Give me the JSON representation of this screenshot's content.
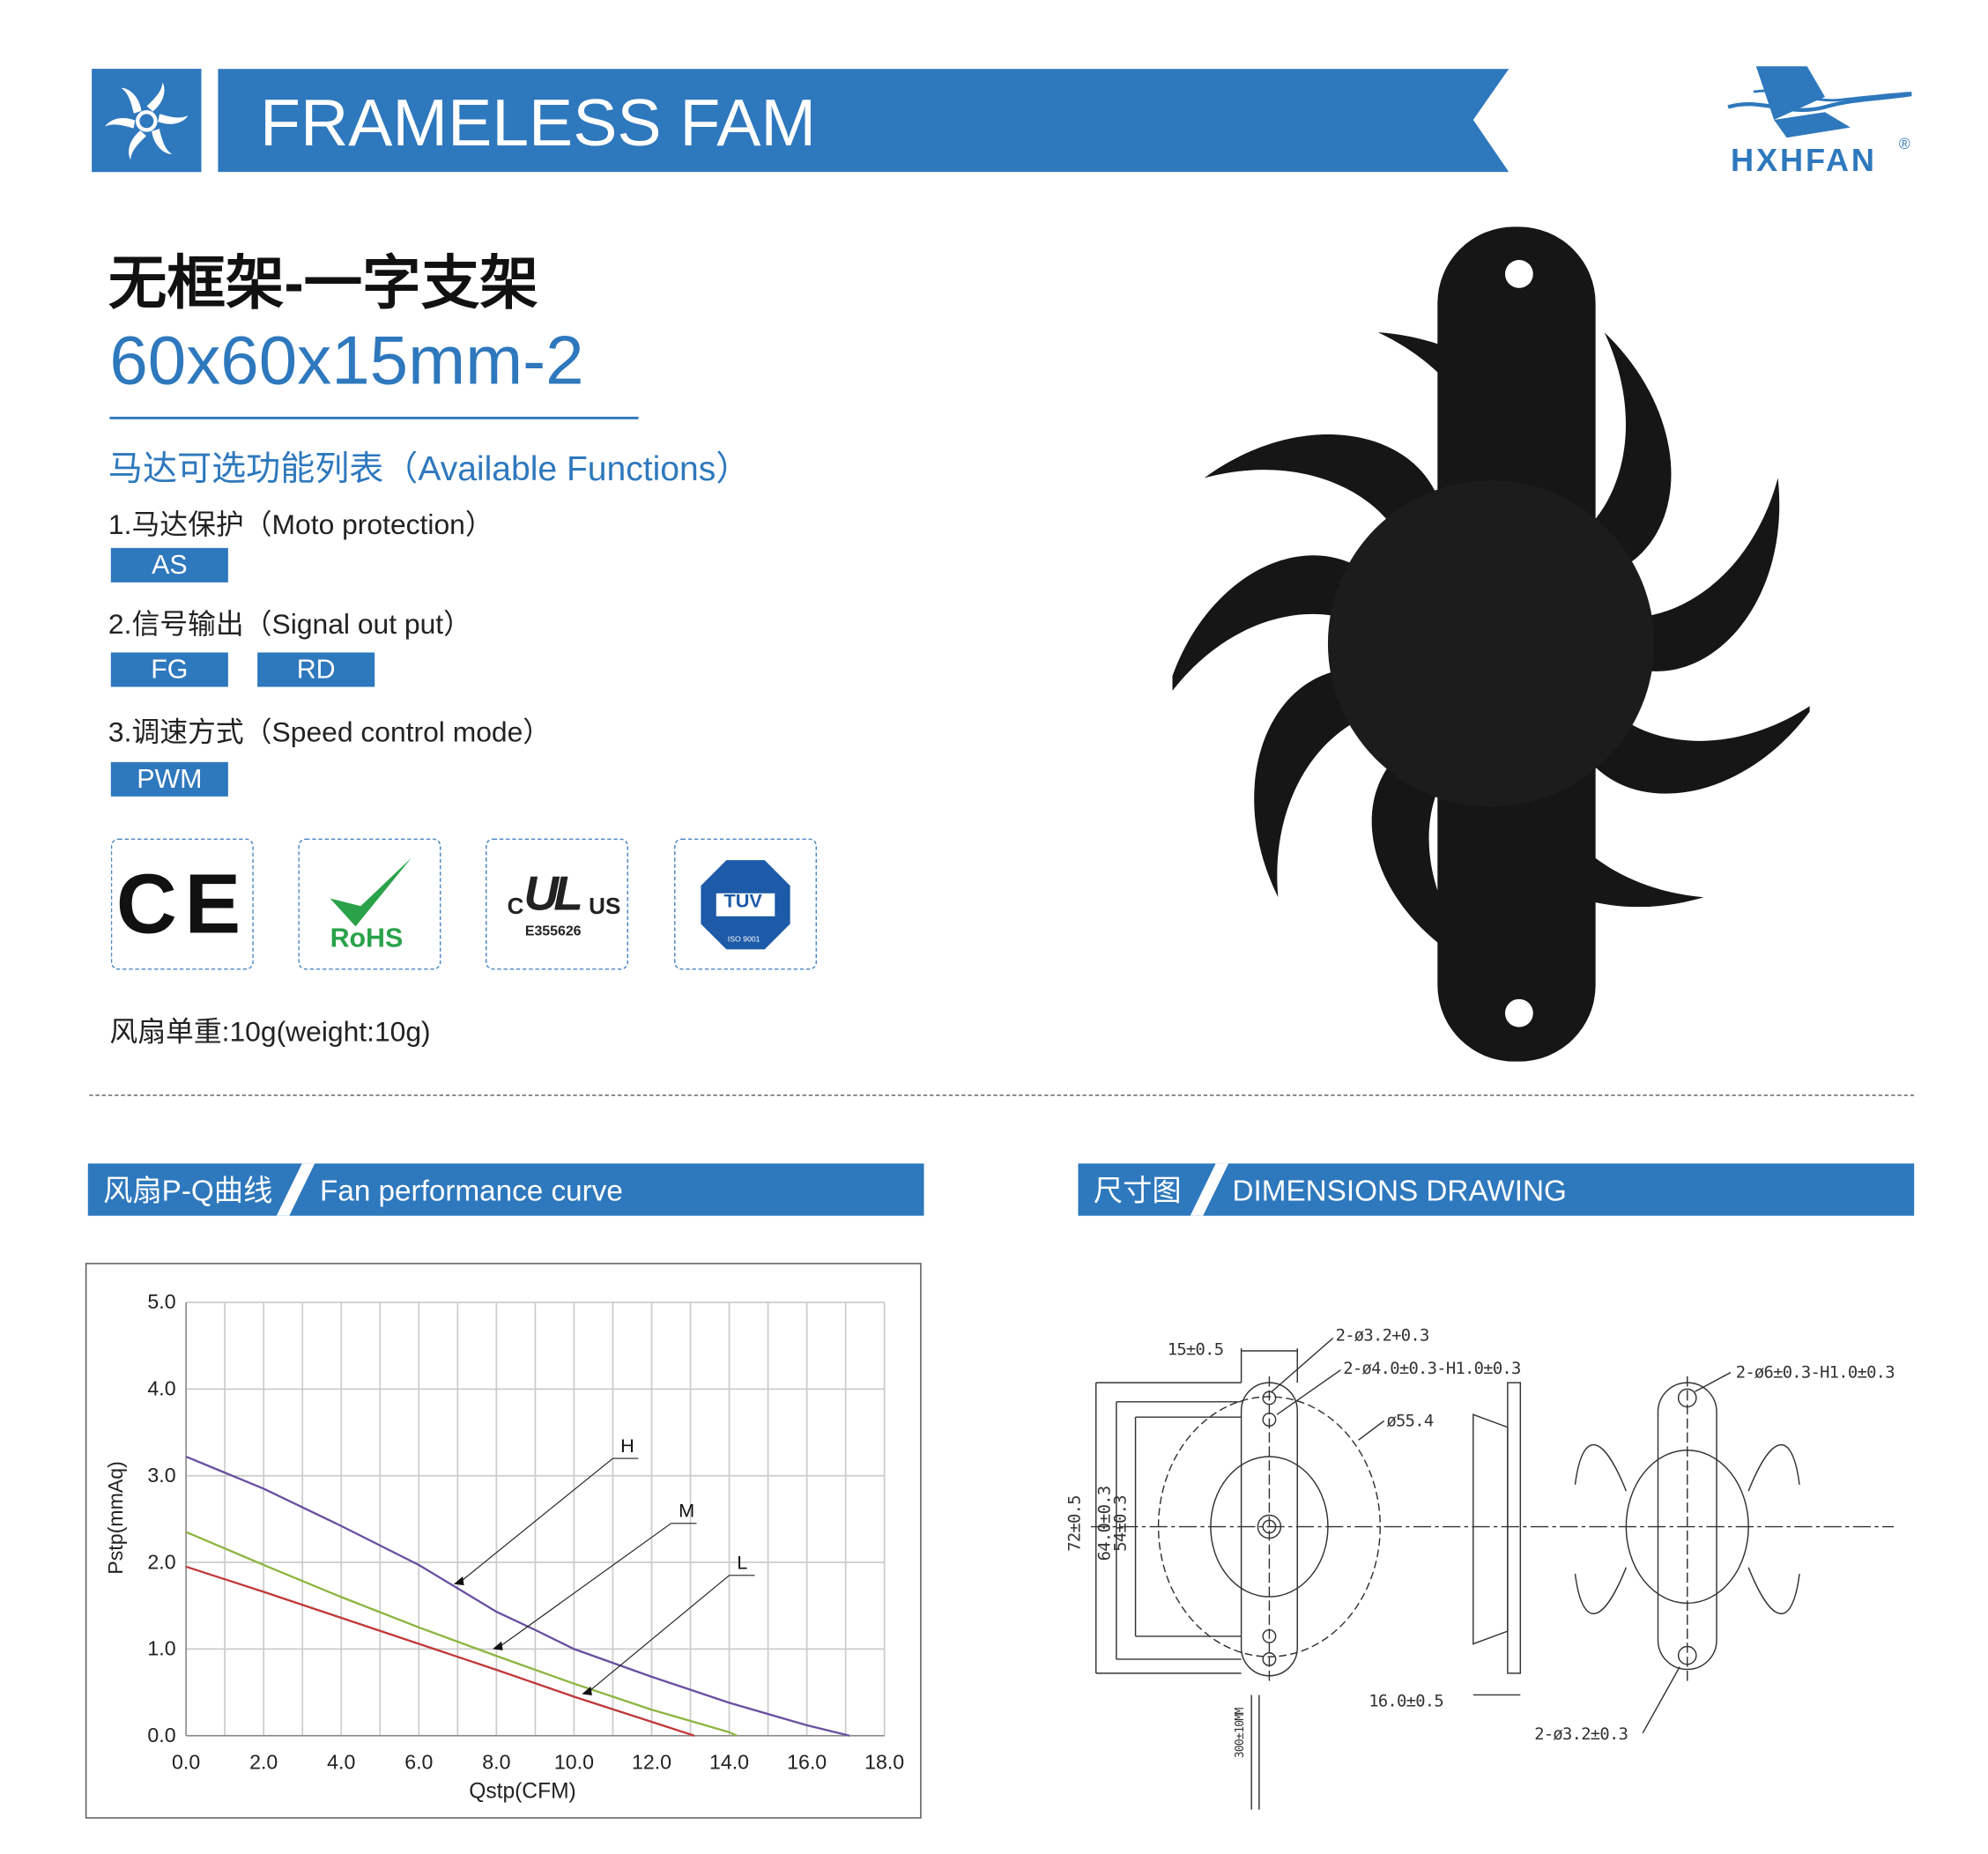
{
  "header": {
    "title": "FRAMELESS FAM",
    "brand": "HXHFAN",
    "registered": "®"
  },
  "product": {
    "name_cn": "无框架-一字支架",
    "size": "60x60x15mm-2",
    "functions_title": "马达可选功能列表（Available Functions）",
    "groups": [
      {
        "label": "1.马达保护（Moto protection）",
        "tags": [
          "AS"
        ]
      },
      {
        "label": "2.信号输出（Signal out put）",
        "tags": [
          "FG",
          "RD"
        ]
      },
      {
        "label": "3.调速方式（Speed control mode）",
        "tags": [
          "PWM"
        ]
      }
    ],
    "certs": {
      "ce": "CE",
      "rohs": "RoHS",
      "ul": "E355626",
      "ul_us": "US",
      "ul_c": "C",
      "tuv": "TÜV",
      "tuv_iso": "ISO 9001"
    },
    "weight": "风扇单重:10g(weight:10g)"
  },
  "sections": {
    "pq_cn": "风扇P-Q曲线",
    "pq_en": "Fan performance curve",
    "dim_cn": "尺寸图",
    "dim_en": "DIMENSIONS DRAWING"
  },
  "chart_data": {
    "type": "line",
    "xlabel": "Qstp(CFM)",
    "ylabel": "Pstp(mmAq)",
    "xlim": [
      0,
      18
    ],
    "ylim": [
      0,
      5
    ],
    "grid": true,
    "xticks": [
      "0.0",
      "2.0",
      "4.0",
      "6.0",
      "8.0",
      "10.0",
      "12.0",
      "14.0",
      "16.0",
      "18.0"
    ],
    "yticks": [
      "0.0",
      "1.0",
      "2.0",
      "3.0",
      "4.0",
      "5.0"
    ],
    "series": [
      {
        "name": "H",
        "color": "#6a4fa0",
        "x": [
          0,
          2,
          4,
          6,
          7,
          8,
          9,
          10,
          12,
          14,
          16,
          17.1
        ],
        "y": [
          3.22,
          2.85,
          2.42,
          1.97,
          1.7,
          1.43,
          1.22,
          1.0,
          0.68,
          0.38,
          0.12,
          0
        ]
      },
      {
        "name": "M",
        "color": "#8db541",
        "x": [
          0,
          2,
          4,
          6,
          8,
          10,
          12,
          14,
          14.2
        ],
        "y": [
          2.35,
          1.97,
          1.6,
          1.25,
          0.92,
          0.6,
          0.3,
          0.04,
          0
        ]
      },
      {
        "name": "L",
        "color": "#c0393a",
        "x": [
          0,
          2,
          4,
          6,
          8,
          10,
          12,
          13.1
        ],
        "y": [
          1.95,
          1.66,
          1.36,
          1.06,
          0.76,
          0.45,
          0.16,
          0
        ]
      }
    ]
  },
  "dimensions": {
    "d1": "15±0.5",
    "d2": "2-ø3.2+0.3",
    "d3": "2-ø4.0±0.3-H1.0±0.3",
    "d4": "ø55.4",
    "d5": "72±0.5",
    "d6": "64.0±0.3",
    "d7": "54±0.3",
    "d8": "300±10MM",
    "d9": "16.0±0.5",
    "d10": "2-ø6±0.3-H1.0±0.3",
    "d11": "2-ø3.2±0.3"
  }
}
